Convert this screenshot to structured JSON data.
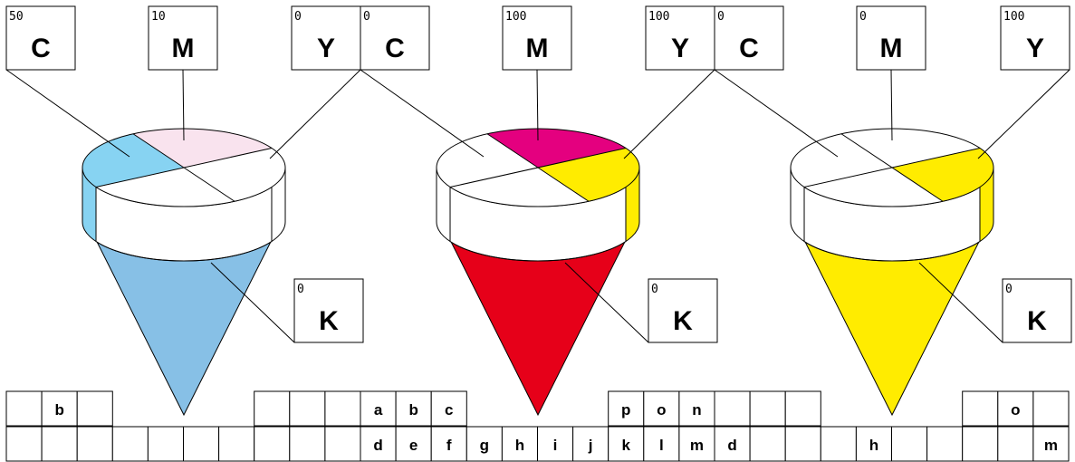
{
  "colors": {
    "c_light": "#87d3f2",
    "m_light": "#f9e3ee",
    "cone_blue": "#87c0e6",
    "magenta": "#e4007f",
    "yellow": "#ffec00",
    "red": "#e60019",
    "white": "#ffffff",
    "stroke": "#000000"
  },
  "cones": [
    {
      "name": "light-blue",
      "c": {
        "value": "50",
        "letter": "C"
      },
      "m": {
        "value": "10",
        "letter": "M"
      },
      "y": {
        "value": "0",
        "letter": "Y"
      },
      "k": {
        "value": "0",
        "letter": "K"
      },
      "cone_fill": "cone_blue",
      "left_fill": "c_light",
      "top_fill": "m_light",
      "right_fill": "white",
      "side_left": "c_light",
      "side_right": "white"
    },
    {
      "name": "red",
      "c": {
        "value": "0",
        "letter": "C"
      },
      "m": {
        "value": "100",
        "letter": "M"
      },
      "y": {
        "value": "100",
        "letter": "Y"
      },
      "k": {
        "value": "0",
        "letter": "K"
      },
      "cone_fill": "red",
      "left_fill": "white",
      "top_fill": "magenta",
      "right_fill": "yellow",
      "side_left": "white",
      "side_right": "yellow"
    },
    {
      "name": "yellow",
      "c": {
        "value": "0",
        "letter": "C"
      },
      "m": {
        "value": "0",
        "letter": "M"
      },
      "y": {
        "value": "100",
        "letter": "Y"
      },
      "k": {
        "value": "0",
        "letter": "K"
      },
      "cone_fill": "yellow",
      "left_fill": "white",
      "top_fill": "white",
      "right_fill": "yellow",
      "side_left": "white",
      "side_right": "yellow"
    }
  ],
  "grid": {
    "row1": [
      "",
      "b",
      "",
      "",
      "",
      "",
      "",
      "",
      "",
      "",
      "a",
      "b",
      "c",
      "",
      "",
      "",
      "",
      "p",
      "o",
      "n",
      "",
      "",
      "",
      "",
      "",
      "",
      "",
      "",
      "o",
      ""
    ],
    "row2": [
      "",
      "",
      "",
      "",
      "",
      "",
      "",
      "",
      "",
      "",
      "d",
      "e",
      "f",
      "g",
      "h",
      "i",
      "j",
      "k",
      "l",
      "m",
      "d",
      "",
      "",
      "",
      "h",
      "",
      "",
      "",
      "",
      "m"
    ],
    "row1_blank_gaps": [
      [
        3,
        7
      ],
      [
        13,
        17
      ],
      [
        23,
        27
      ]
    ]
  }
}
